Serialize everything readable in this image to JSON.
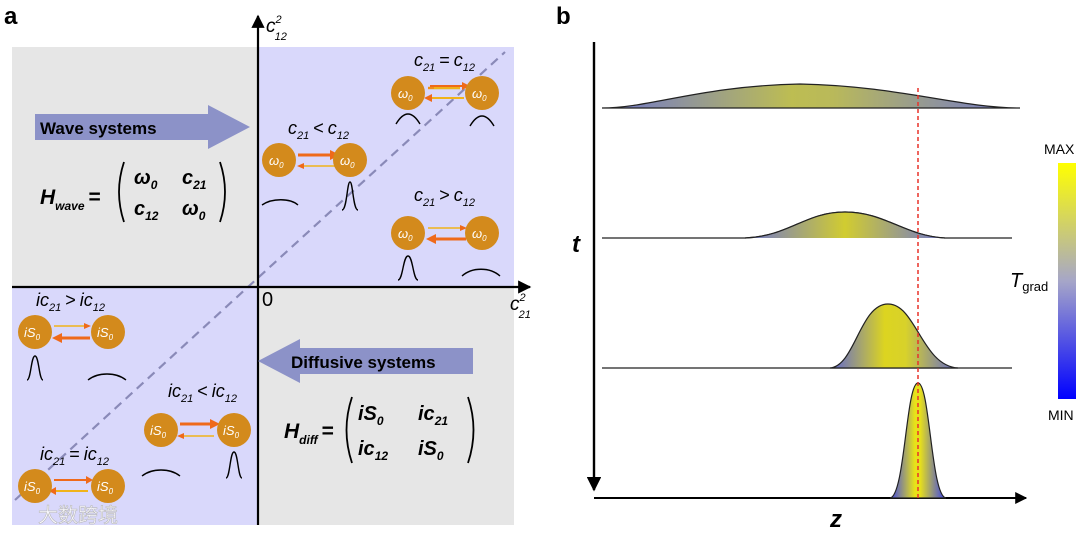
{
  "panel_a": {
    "label": "a",
    "axis_y_label": "c",
    "axis_y_sup": "2",
    "axis_y_sub": "12",
    "axis_x_label": "c",
    "axis_x_sup": "2",
    "axis_x_sub": "21",
    "origin_label": "0",
    "wave_arrow_label": "Wave systems",
    "diffusive_arrow_label": "Diffusive systems",
    "h_wave": {
      "H": "H",
      "sub": "wave",
      "eq": "=",
      "m11": "ω",
      "m11_sub": "0",
      "m12": "c",
      "m12_sub": "21",
      "m21": "c",
      "m21_sub": "12",
      "m22": "ω",
      "m22_sub": "0"
    },
    "h_diff": {
      "H": "H",
      "sub": "diff",
      "eq": "=",
      "m11": "iS",
      "m11_sub": "0",
      "m12": "ic",
      "m12_sub": "21",
      "m21": "ic",
      "m21_sub": "12",
      "m22": "iS",
      "m22_sub": "0"
    },
    "relations": {
      "q1_eq": {
        "a": "c",
        "a_sub": "21",
        "op": "=",
        "b": "c",
        "b_sub": "12"
      },
      "q1_lt": {
        "a": "c",
        "a_sub": "21",
        "op": "<",
        "b": "c",
        "b_sub": "12"
      },
      "q1_gt": {
        "a": "c",
        "a_sub": "21",
        "op": ">",
        "b": "c",
        "b_sub": "12"
      },
      "q3_gt": {
        "a": "ic",
        "a_sub": "21",
        "op": ">",
        "b": "ic",
        "b_sub": "12"
      },
      "q3_lt": {
        "a": "ic",
        "a_sub": "21",
        "op": "<",
        "b": "ic",
        "b_sub": "12"
      },
      "q3_eq": {
        "a": "ic",
        "a_sub": "21",
        "op": "=",
        "b": "ic",
        "b_sub": "12"
      }
    },
    "node_wave": {
      "main": "ω",
      "sub": "0"
    },
    "node_diff": {
      "main": "iS",
      "sub": "0"
    },
    "watermark": "大数跨境"
  },
  "panel_b": {
    "label": "b",
    "axis_t": "t",
    "axis_z": "z",
    "colorbar_max": "MAX",
    "colorbar_min": "MIN",
    "colorbar_label": "T",
    "colorbar_label_sub": "grad"
  },
  "colors": {
    "q_blue": "#d9d8fb",
    "q_gray": "#e6e6e6",
    "node_orange": "#d38a1c",
    "arrow_orange": "#ef6a1a",
    "arrow_yellow": "#f0b31a",
    "big_arrow": "#8c92c8",
    "profile_blue": "#7d84cf",
    "profile_yellow": "#c8c43a",
    "red_dashed": "#e8322a",
    "cbar_top": "#ffff00",
    "cbar_bottom": "#0000ff"
  }
}
